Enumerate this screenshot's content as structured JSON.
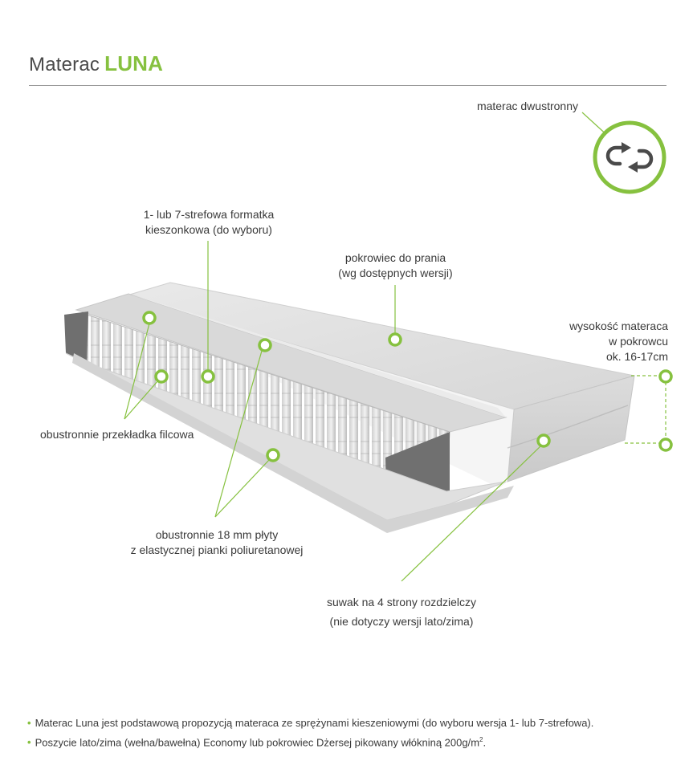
{
  "header": {
    "title_prefix": "Materac",
    "title_brand": "LUNA"
  },
  "colors": {
    "accent": "#86c13f",
    "text": "#3a3a3a",
    "rule": "#9a9a9a"
  },
  "icons": {
    "reversible": "double-sided-arrows-icon"
  },
  "labels": {
    "reversible": "materac dwustronny",
    "springs_line1": "1- lub 7-strefowa formatka",
    "springs_line2": "kieszonkowa (do wyboru)",
    "cover_line1": "pokrowiec do prania",
    "cover_line2": "(wg dostępnych wersji)",
    "height_line1": "wysokość materaca",
    "height_line2": "w pokrowcu",
    "height_line3": "ok. 16-17cm",
    "felt": "obustronnie przekładka filcowa",
    "foam_line1": "obustronnie 18 mm płyty",
    "foam_line2": "z elastycznej pianki poliuretanowej",
    "zipper_line1": "suwak na 4 strony rozdzielczy",
    "zipper_line2": "(nie dotyczy wersji lato/zima)"
  },
  "footer": {
    "bullet": "•",
    "line1": "Materac Luna jest podstawową propozycją materaca ze sprężynami kieszeniowymi (do wyboru wersja 1- lub 7-strefowa).",
    "line2_main": "Poszycie lato/zima (wełna/bawełna) Economy lub pokrowiec Dżersej pikowany włókniną 200g/m",
    "line2_sup": "2",
    "line2_end": "."
  }
}
